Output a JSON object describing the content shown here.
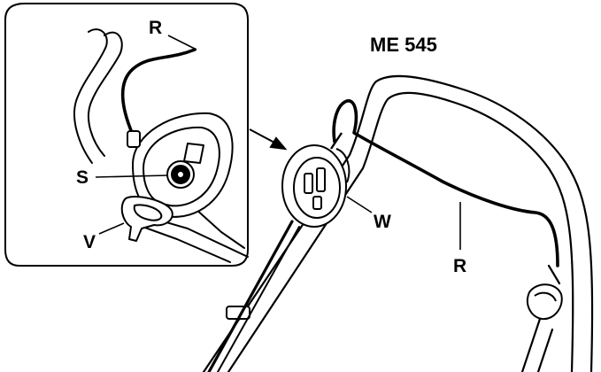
{
  "diagram": {
    "model": "ME 545",
    "labels": {
      "cable_inset": "R",
      "cable_main": "R",
      "switch": "S",
      "cable_hook": "V",
      "plug_socket": "W"
    }
  }
}
